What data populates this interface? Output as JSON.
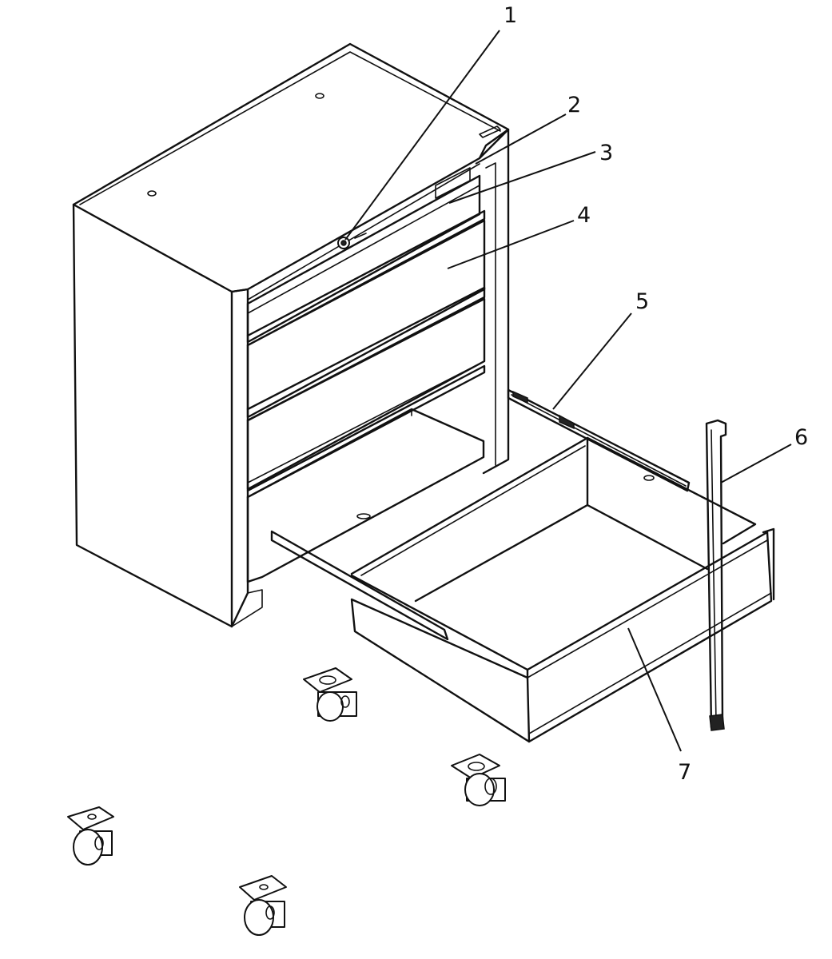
{
  "callouts": [
    {
      "id": "1",
      "text": "1"
    },
    {
      "id": "2",
      "text": "2"
    },
    {
      "id": "3",
      "text": "3"
    },
    {
      "id": "4",
      "text": "4"
    },
    {
      "id": "5",
      "text": "5"
    },
    {
      "id": "6",
      "text": "6"
    },
    {
      "id": "7",
      "text": "7"
    }
  ],
  "parts": {
    "cabinet": "cabinet-body",
    "lock": "lock-icon",
    "drawers": [
      "top-drawer",
      "second-drawer",
      "third-drawer",
      "bottom-drawer-opening"
    ],
    "slide": "drawer-slide",
    "lock_bar": "locking-bar",
    "open_drawer": "open-drawer",
    "casters": [
      "caster-1",
      "caster-2",
      "caster-3",
      "caster-4"
    ]
  },
  "colors": {
    "line": "#111111",
    "background": "#ffffff"
  }
}
